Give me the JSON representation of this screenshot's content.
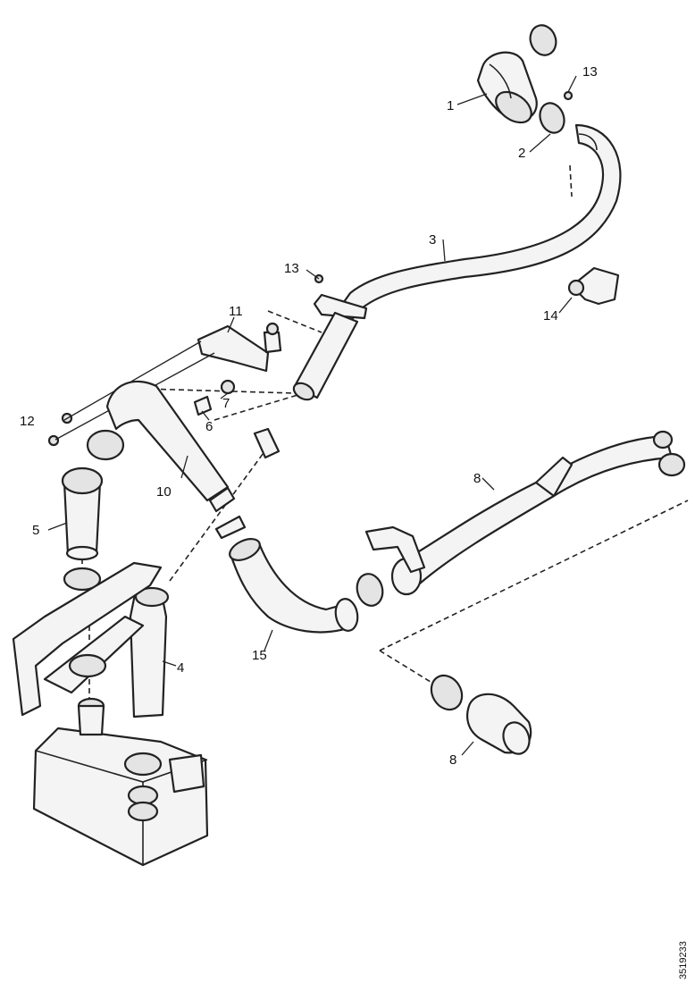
{
  "diagram": {
    "callouts": {
      "c1": "1",
      "c2": "2",
      "c3": "3",
      "c4": "4",
      "c5": "5",
      "c6": "6",
      "c7": "7",
      "c8a": "8",
      "c8b": "8",
      "c10": "10",
      "c11": "11",
      "c12": "12",
      "c13a": "13",
      "c13b": "13",
      "c14": "14",
      "c15": "15"
    },
    "document_id": "3519233"
  }
}
